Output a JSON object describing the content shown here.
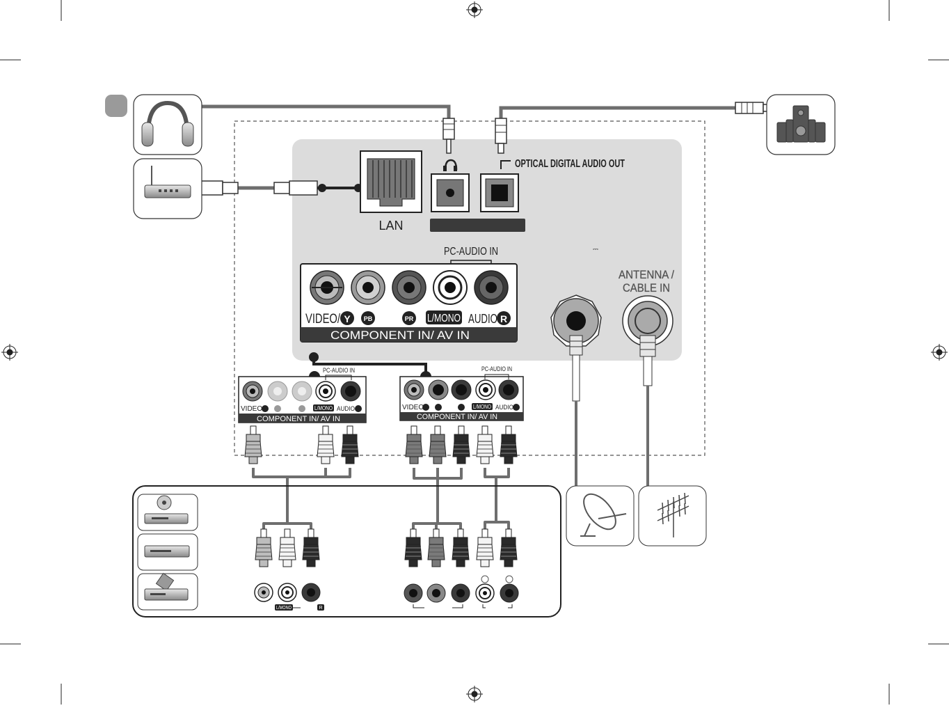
{
  "labels": {
    "lan": "LAN",
    "optical": "OPTICAL DIGITAL AUDIO OUT",
    "pc_audio_in": "PC-AUDIO IN",
    "antenna": "ANTENNA /",
    "cable_in": "CABLE IN",
    "dc_symbol": "⎓",
    "video": "VIDEO/",
    "y": "Y",
    "pb": "PB",
    "pr": "PR",
    "lmono": "L/MONO",
    "audio": "AUDIO",
    "r": "R",
    "component_in": "COMPONENT IN/ AV IN",
    "small_pc_audio_in": "PC-AUDIO IN",
    "small_component_in": "COMPONENT IN/ AV IN",
    "bottom_lmono": "L/MONO",
    "bottom_r": "R"
  },
  "icons": {
    "step_badge": "gray-rounded-badge",
    "headphones": "headphones-icon",
    "router": "router-icon",
    "speakers": "home-theater-speakers-icon",
    "satellite": "satellite-dish-icon",
    "antenna": "antenna-icon",
    "dvd": "dvd-player-icon",
    "vcr": "vcr-icon",
    "settop": "set-top-box-icon"
  },
  "colors": {
    "panel": "#dcdcdc",
    "label_bar": "#3a3a3a",
    "cable": "#6e6e6e",
    "dark_plug": "#2a2a2a",
    "mid_plug": "#7a7a7a",
    "white_plug": "#f4f4f4"
  }
}
